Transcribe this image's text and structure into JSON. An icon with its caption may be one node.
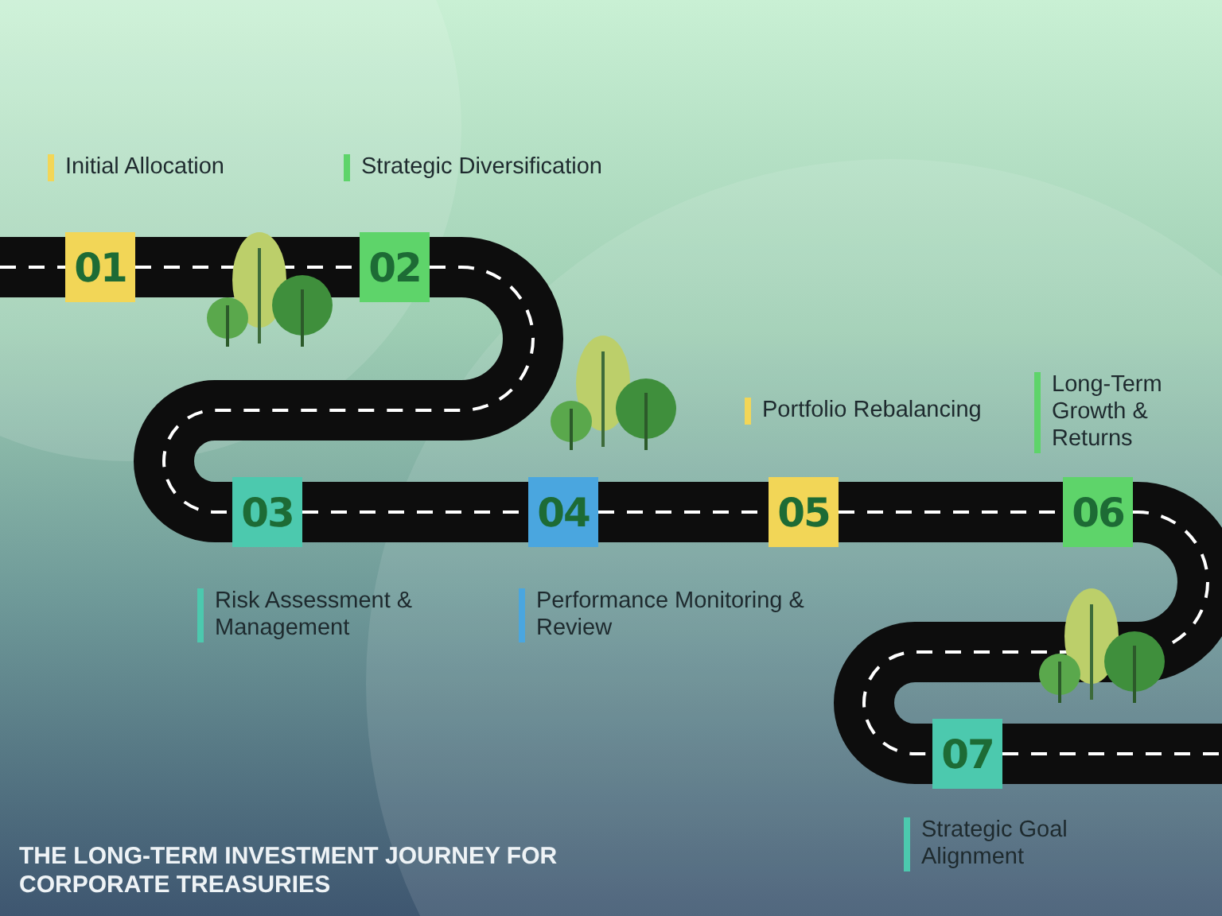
{
  "diagram": {
    "title": "THE LONG-TERM INVESTMENT JOURNEY FOR CORPORATE TREASURIES",
    "nodes": [
      {
        "text": [
          "01"
        ],
        "beside": [
          "Initial Allocation"
        ]
      },
      {
        "text": [
          "02"
        ],
        "beside": [
          "Strategic Diversification"
        ]
      },
      {
        "text": [
          "03"
        ],
        "beside": [
          "Risk Assessment & Management"
        ]
      },
      {
        "text": [
          "04"
        ],
        "beside": [
          "Performance Monitoring & Review"
        ]
      },
      {
        "text": [
          "05"
        ],
        "beside": [
          "Portfolio Rebalancing"
        ]
      },
      {
        "text": [
          "06"
        ],
        "beside": [
          "Long-Term Growth & Returns"
        ]
      },
      {
        "text": [
          "07"
        ],
        "beside": [
          "Strategic Goal Alignment"
        ]
      }
    ],
    "edges": [
      {
        "from": 0,
        "to": 1,
        "arrow": "none"
      },
      {
        "from": 1,
        "to": 2,
        "arrow": "none"
      },
      {
        "from": 2,
        "to": 3,
        "arrow": "none"
      },
      {
        "from": 3,
        "to": 4,
        "arrow": "none"
      },
      {
        "from": 4,
        "to": 5,
        "arrow": "none"
      },
      {
        "from": 5,
        "to": 6,
        "arrow": "none"
      }
    ]
  }
}
